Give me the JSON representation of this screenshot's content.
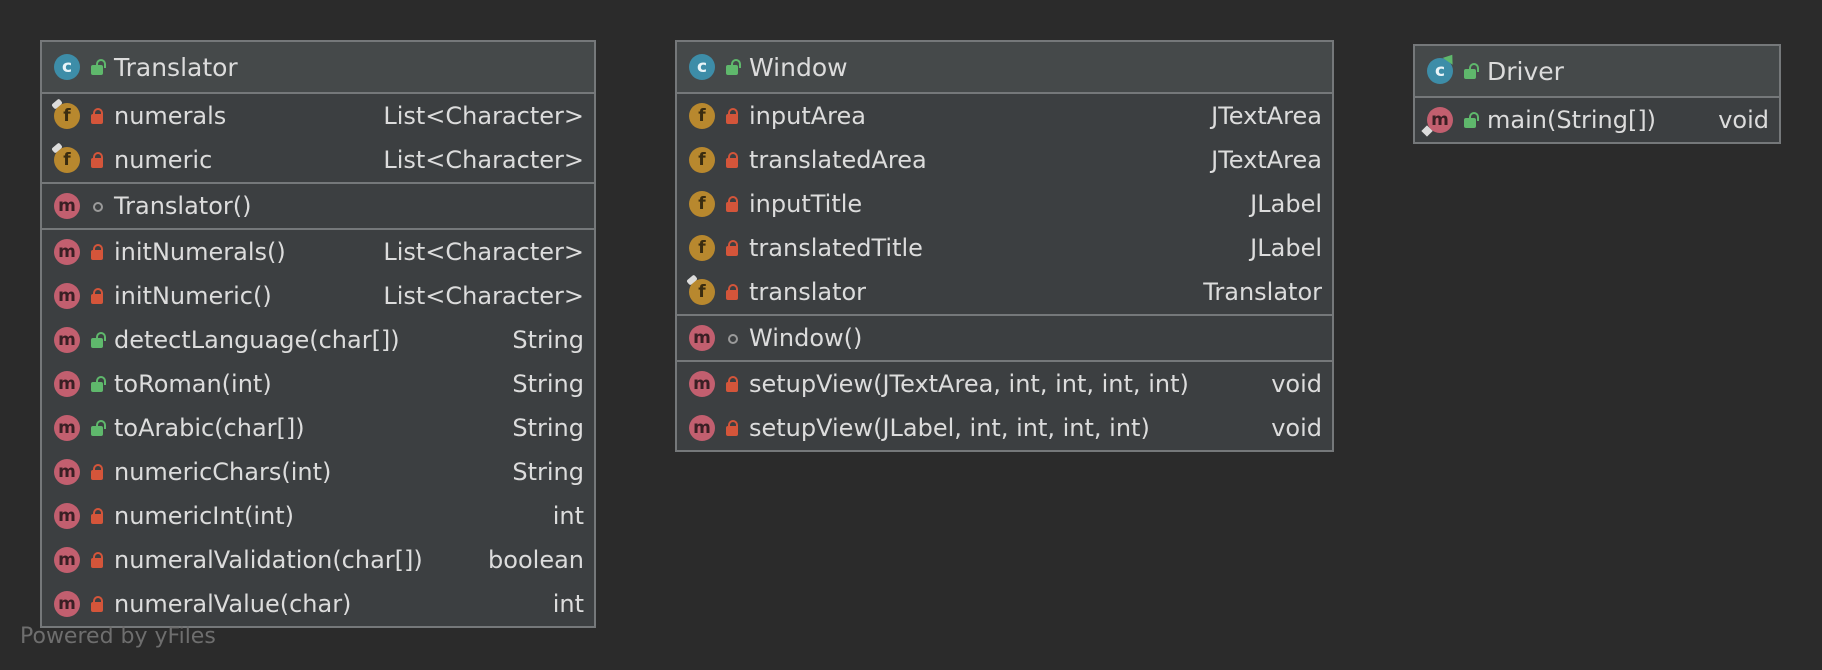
{
  "classes": [
    {
      "name": "Translator",
      "kind": "class",
      "sections": [
        [
          {
            "badge": "f",
            "vis": "private",
            "name": "numerals",
            "type": "List<Character>",
            "overlay": "ov"
          },
          {
            "badge": "f",
            "vis": "private",
            "name": "numeric",
            "type": "List<Character>",
            "overlay": "ov"
          }
        ],
        [
          {
            "badge": "m",
            "vis": "pkg",
            "name": "Translator()",
            "type": ""
          }
        ],
        [
          {
            "badge": "m",
            "vis": "private",
            "name": "initNumerals()",
            "type": "List<Character>"
          },
          {
            "badge": "m",
            "vis": "private",
            "name": "initNumeric()",
            "type": "List<Character>"
          },
          {
            "badge": "m",
            "vis": "public",
            "name": "detectLanguage(char[])",
            "type": "String"
          },
          {
            "badge": "m",
            "vis": "public",
            "name": "toRoman(int)",
            "type": "String"
          },
          {
            "badge": "m",
            "vis": "public",
            "name": "toArabic(char[])",
            "type": "String"
          },
          {
            "badge": "m",
            "vis": "private",
            "name": "numericChars(int)",
            "type": "String"
          },
          {
            "badge": "m",
            "vis": "private",
            "name": "numericInt(int)",
            "type": "int"
          },
          {
            "badge": "m",
            "vis": "private",
            "name": "numeralValidation(char[])",
            "type": "boolean"
          },
          {
            "badge": "m",
            "vis": "private",
            "name": "numeralValue(char)",
            "type": "int"
          }
        ]
      ]
    },
    {
      "name": "Window",
      "kind": "class",
      "sections": [
        [
          {
            "badge": "f",
            "vis": "private",
            "name": "inputArea",
            "type": "JTextArea"
          },
          {
            "badge": "f",
            "vis": "private",
            "name": "translatedArea",
            "type": "JTextArea"
          },
          {
            "badge": "f",
            "vis": "private",
            "name": "inputTitle",
            "type": "JLabel"
          },
          {
            "badge": "f",
            "vis": "private",
            "name": "translatedTitle",
            "type": "JLabel"
          },
          {
            "badge": "f",
            "vis": "private",
            "name": "translator",
            "type": "Translator",
            "overlay": "ov"
          }
        ],
        [
          {
            "badge": "m",
            "vis": "pkg",
            "name": "Window()",
            "type": ""
          }
        ],
        [
          {
            "badge": "m",
            "vis": "private",
            "name": "setupView(JTextArea, int, int, int, int)",
            "type": "void"
          },
          {
            "badge": "m",
            "vis": "private",
            "name": "setupView(JLabel, int, int, int, int)",
            "type": "void"
          }
        ]
      ]
    },
    {
      "name": "Driver",
      "kind": "class-runnable",
      "sections": [
        [
          {
            "badge": "m",
            "vis": "public",
            "name": "main(String[])",
            "type": "void",
            "overlay": "ov3"
          }
        ]
      ]
    }
  ],
  "watermark": "Powered by yFiles",
  "colors": {
    "background": "#2b2b2b",
    "box": "#3c3f41",
    "border": "#75787a",
    "private": "#d4553a",
    "public": "#5fb86c"
  }
}
